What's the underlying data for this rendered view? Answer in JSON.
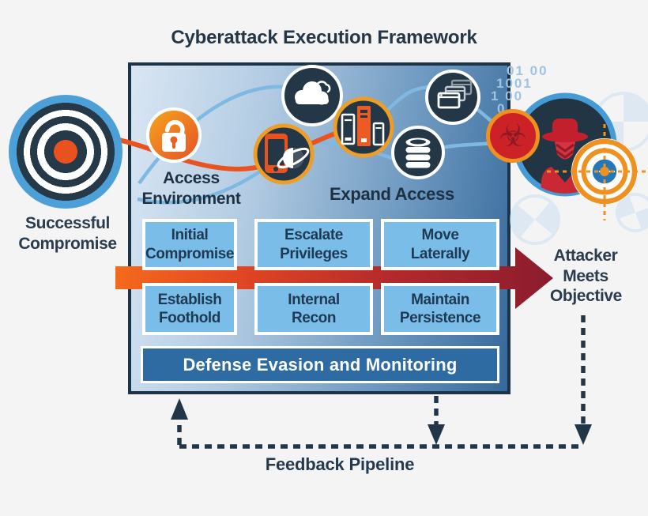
{
  "title": "Cyberattack Execution Framework",
  "left_target": {
    "line1": "Successful",
    "line2": "Compromise"
  },
  "right_target": {
    "line1": "Attacker",
    "line2": "Meets",
    "line3": "Objective"
  },
  "box": {
    "access_label": {
      "line1": "Access",
      "line2": "Environment"
    },
    "expand_label": "Expand Access",
    "grid": {
      "cells": [
        {
          "line1": "Initial",
          "line2": "Compromise"
        },
        {
          "line1": "Escalate",
          "line2": "Privileges"
        },
        {
          "line1": "Move",
          "line2": "Laterally"
        },
        {
          "line1": "Establish",
          "line2": "Foothold"
        },
        {
          "line1": "Internal",
          "line2": "Recon"
        },
        {
          "line1": "Maintain",
          "line2": "Persistence"
        }
      ]
    },
    "defense_bar_label": "Defense Evasion and Monitoring"
  },
  "feedback_label": "Feedback Pipeline",
  "binary_code": {
    "line1": "01 00",
    "line2": "1001",
    "line3": "1 00",
    "line4": "0"
  },
  "biohazard_glyph": "☣",
  "icons": [
    "bullseye-target-icon",
    "unlock-padlock-icon",
    "cloud-icon",
    "mobile-globe-icon",
    "servers-icon",
    "windows-stack-icon",
    "database-icon",
    "attacker-spy-icon",
    "biohazard-icon",
    "crosshair-target-icon"
  ],
  "colors": {
    "background": "#f4f4f5",
    "navy": "#1d3448",
    "box_gradient_light": "#d9e6f3",
    "box_gradient_dark": "#35689a",
    "grid_cell_fill": "#7abde8",
    "defense_bar_fill": "#2e6ba3",
    "arrow_orange": "#f5691c",
    "arrow_maroon": "#8b1c2d",
    "accent_orange": "#e8521f",
    "icon_ring_orange": "#ee9d27",
    "light_blue_ring": "#449bd6",
    "attacker_red": "#c2202c",
    "binary_blue": "#9fc3e1"
  }
}
